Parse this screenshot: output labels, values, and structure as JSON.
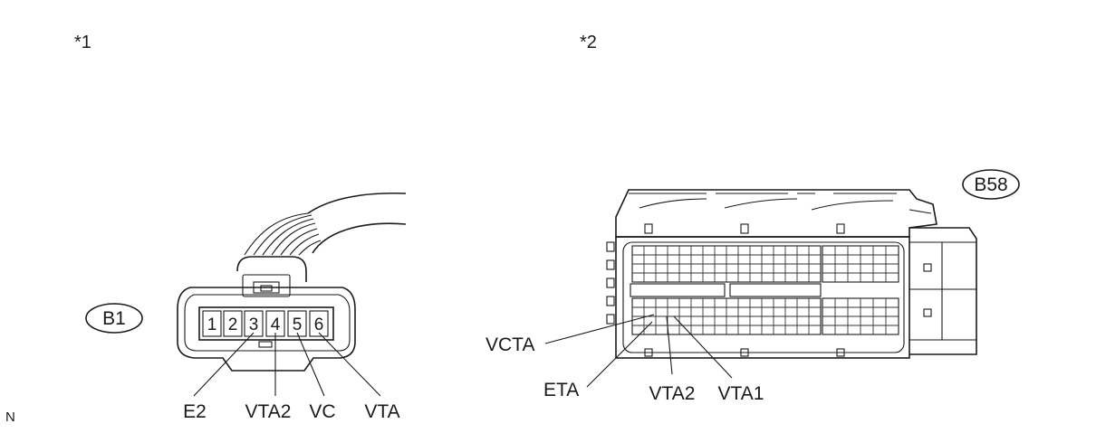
{
  "views": [
    {
      "marker": "*1"
    },
    {
      "marker": "*2"
    }
  ],
  "connector_b1": {
    "code": "B1",
    "pins": [
      "1",
      "2",
      "3",
      "4",
      "5",
      "6"
    ],
    "terminals": [
      "E2",
      "VTA2",
      "VC",
      "VTA"
    ]
  },
  "connector_b58": {
    "code": "B58",
    "terminals": [
      "VCTA",
      "ETA",
      "VTA2",
      "VTA1"
    ]
  },
  "corner_mark": "N"
}
